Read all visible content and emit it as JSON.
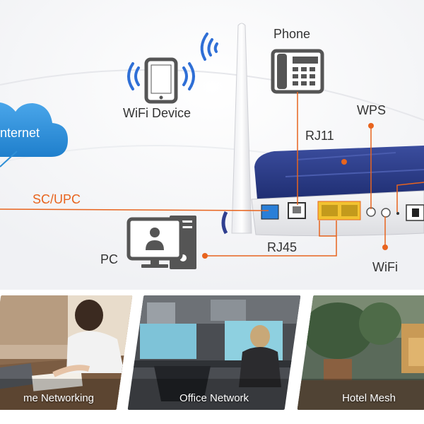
{
  "diagram": {
    "labels": {
      "phone": "Phone",
      "wifi_device": "WiFi Device",
      "internet": "nternet",
      "rj11": "RJ11",
      "wps": "WPS",
      "sc_upc": "SC/UPC",
      "pc": "PC",
      "rj45": "RJ45",
      "wifi": "WiFi"
    }
  },
  "scenarios": [
    {
      "caption": "me Networking"
    },
    {
      "caption": "Office Network"
    },
    {
      "caption": "Hotel Mesh"
    }
  ],
  "colors": {
    "accent": "#e8641e",
    "cloud": "#2e8fd6",
    "device_blue": "#2f6fd6",
    "router_top": "#283a86",
    "icon_gray": "#555555"
  },
  "icons": [
    "cloud-icon",
    "tablet-icon",
    "wifi-signal-icon",
    "desk-phone-icon",
    "pc-icon",
    "router-icon",
    "antenna-icon"
  ]
}
